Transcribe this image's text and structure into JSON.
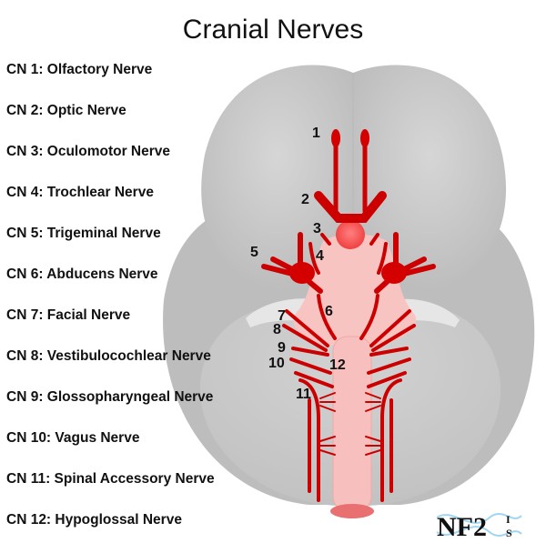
{
  "title": "Cranial Nerves",
  "legend": [
    "CN 1: Olfactory Nerve",
    "CN 2: Optic Nerve",
    "CN 3: Oculomotor Nerve",
    "CN 4: Trochlear Nerve",
    "CN 5: Trigeminal Nerve",
    "CN 6: Abducens Nerve",
    "CN 7: Facial Nerve",
    "CN 8: Vestibulocochlear Nerve",
    "CN 9: Glossopharyngeal Nerve",
    "CN 10: Vagus Nerve",
    "CN 11: Spinal Accessory Nerve",
    "CN 12: Hypoglossal Nerve"
  ],
  "numbers": [
    "1",
    "2",
    "3",
    "4",
    "5",
    "6",
    "7",
    "8",
    "9",
    "10",
    "11",
    "12"
  ],
  "logo": {
    "main": "NF2",
    "sub1": "I",
    "sub2": "S"
  },
  "colors": {
    "nerve": "#cc0000",
    "brainstem": "#f7c4c2",
    "brain": "#c8c8c8"
  }
}
